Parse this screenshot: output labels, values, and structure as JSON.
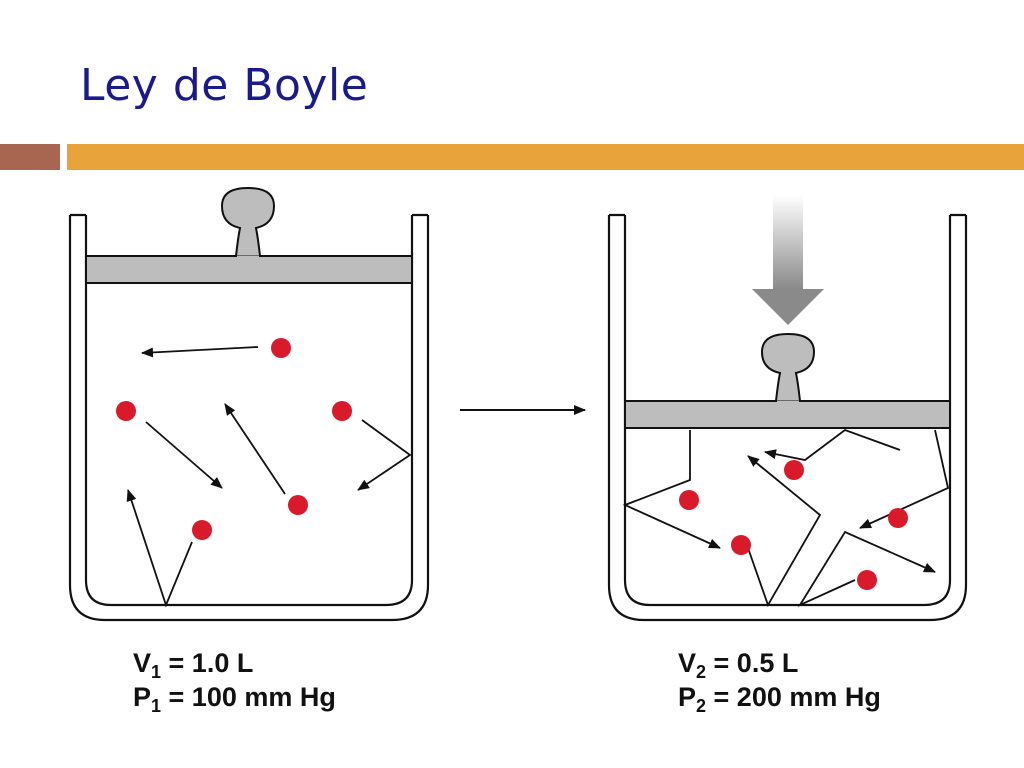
{
  "slide": {
    "title": "Ley de Boyle",
    "colors": {
      "title": "#1a1a8c",
      "bar_left": "#a8654f",
      "bar_right": "#e8a43a",
      "piston": "#bdbdbd",
      "molecule": "#d81a2a"
    }
  },
  "state1": {
    "volume": {
      "symbol": "V",
      "sub": "1",
      "value": " = 1.0 L"
    },
    "pressure": {
      "symbol": "P",
      "sub": "1",
      "value": " = 100 mm Hg"
    }
  },
  "state2": {
    "volume": {
      "symbol": "V",
      "sub": "2",
      "value": " = 0.5 L"
    },
    "pressure": {
      "symbol": "P",
      "sub": "2",
      "value": " = 200 mm Hg"
    }
  }
}
